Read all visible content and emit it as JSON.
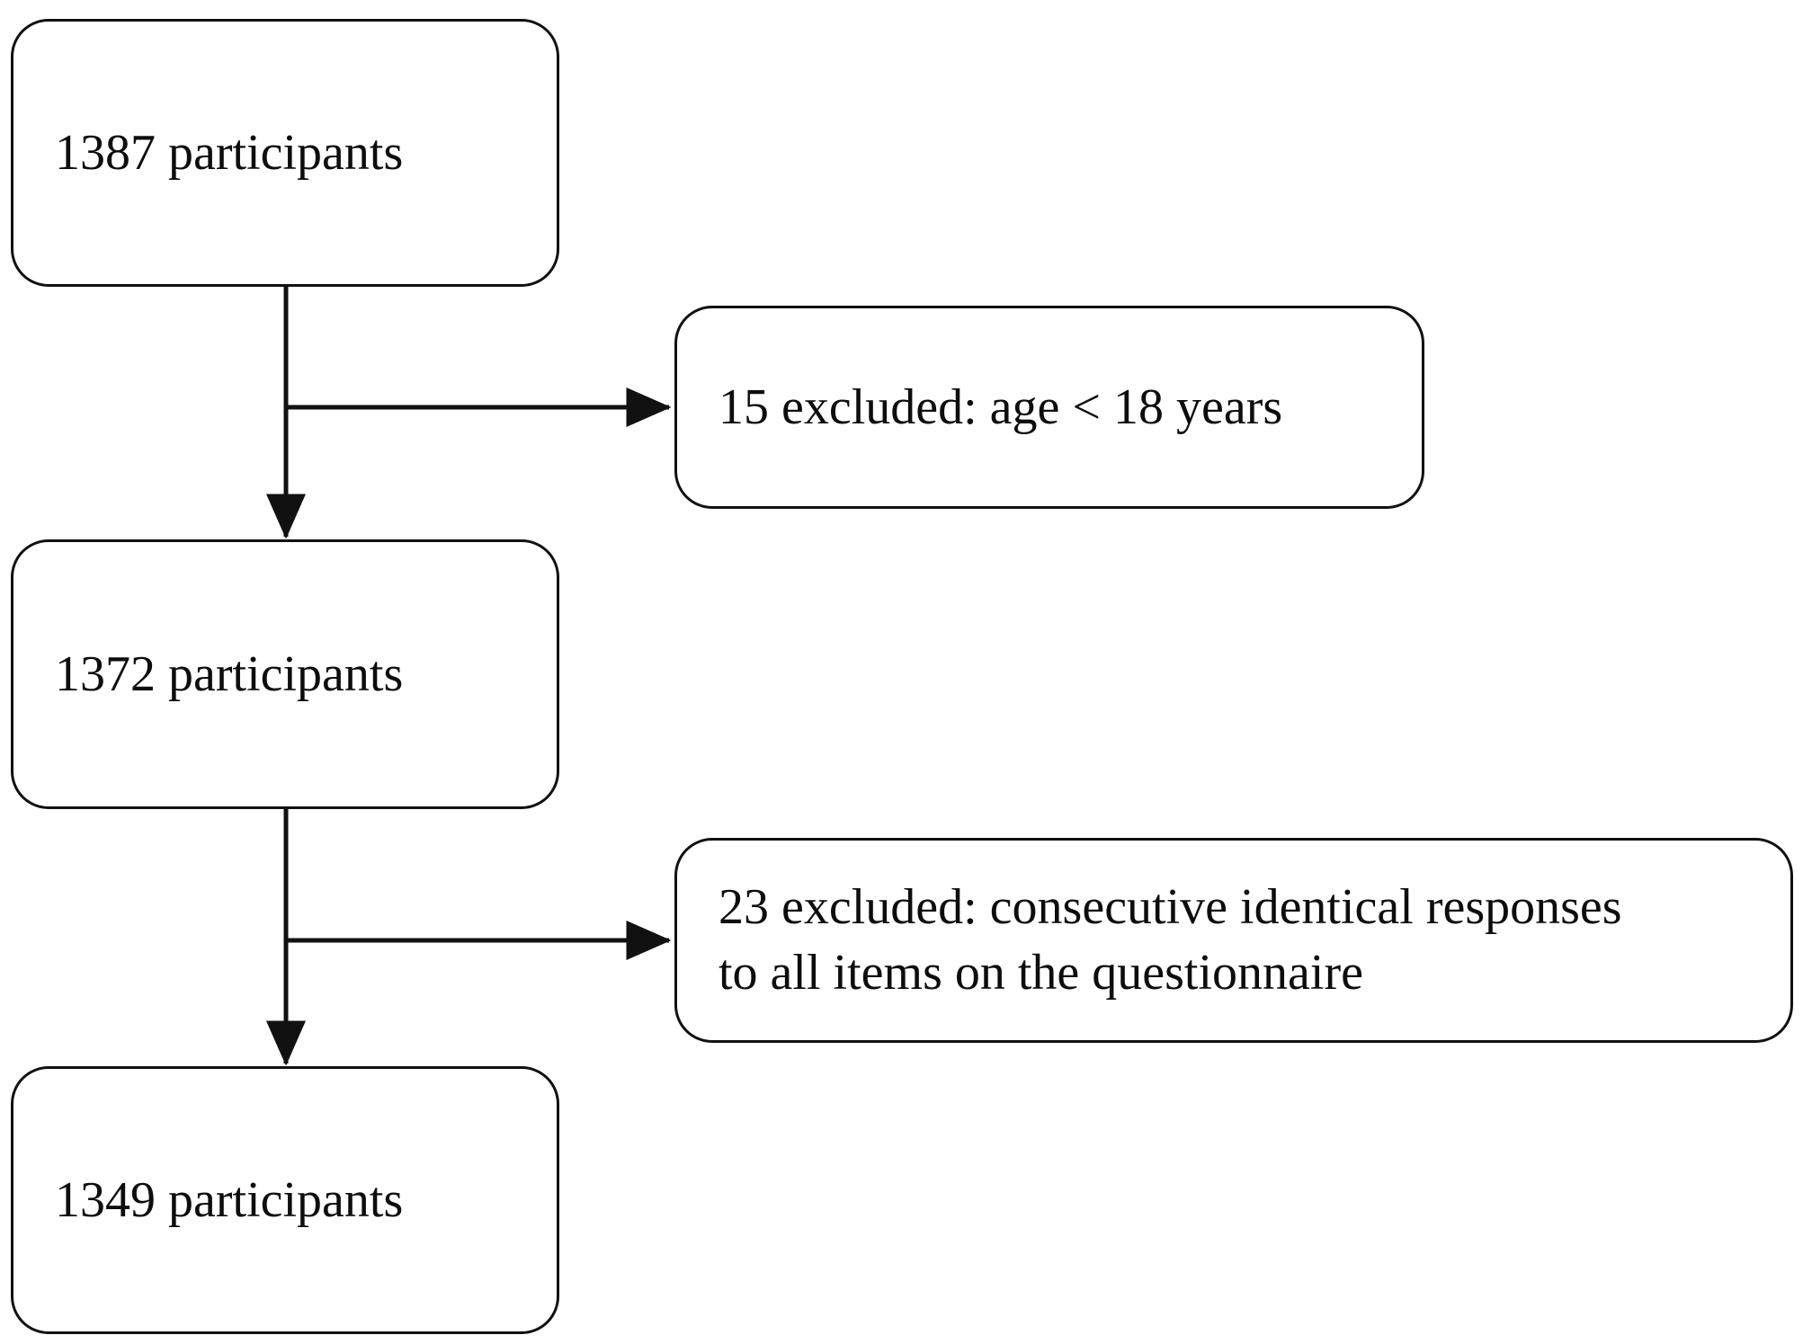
{
  "diagram": {
    "type": "participant-flow-chart",
    "stroke_color": "#111111",
    "background_color": "#ffffff",
    "text_color": "#0d0d0d",
    "nodes": [
      {
        "id": "total",
        "label": "1387 participants"
      },
      {
        "id": "excluded_1",
        "label": "15 excluded: age < 18 years"
      },
      {
        "id": "stage_2",
        "label": "1372 participants"
      },
      {
        "id": "excluded_2",
        "label": "23 excluded: consecutive identical responses\nto all items on the questionnaire"
      },
      {
        "id": "final",
        "label": "1349 participants"
      }
    ],
    "edges": [
      {
        "id": "edge-total-to-stage2",
        "from": "total",
        "to": "stage_2",
        "direction": "down",
        "arrowhead": true
      },
      {
        "id": "edge-total-to-excluded1",
        "from": "total",
        "to": "excluded_1",
        "direction": "right",
        "arrowhead": true
      },
      {
        "id": "edge-stage2-to-final",
        "from": "stage_2",
        "to": "final",
        "direction": "down",
        "arrowhead": true
      },
      {
        "id": "edge-stage2-to-excluded2",
        "from": "stage_2",
        "to": "excluded_2",
        "direction": "right",
        "arrowhead": true
      }
    ]
  }
}
